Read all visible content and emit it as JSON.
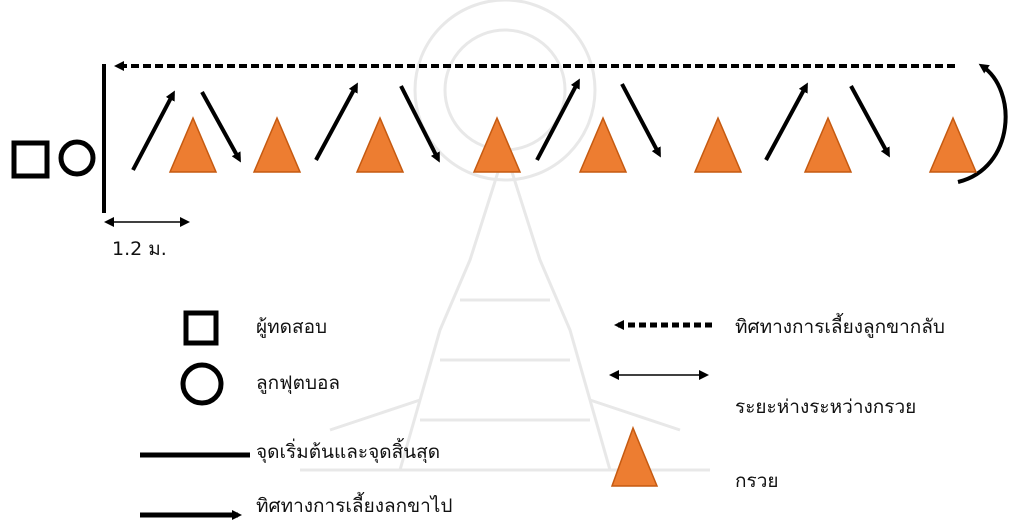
{
  "colors": {
    "line": "#000000",
    "cone_fill": "#ED7D31",
    "cone_stroke": "#C55A11",
    "watermark": "#E6E6E6"
  },
  "drill": {
    "cone_count": 8,
    "distance_label": "1.2 ม."
  },
  "legend": {
    "tester": "ผู้ทดสอบ",
    "ball": "ลูกฟุตบอล",
    "start_finish": "จุดเริ่มต้นและจุดสิ้นสุด",
    "dribble_out": "ทิศทางการเลี้ยงลกขาไป",
    "dribble_back": "ทิศทางการเลี้ยงลูกขากลับ",
    "cone_spacing": "ระยะห่างระหว่างกรวย",
    "cone": "กรวย"
  }
}
